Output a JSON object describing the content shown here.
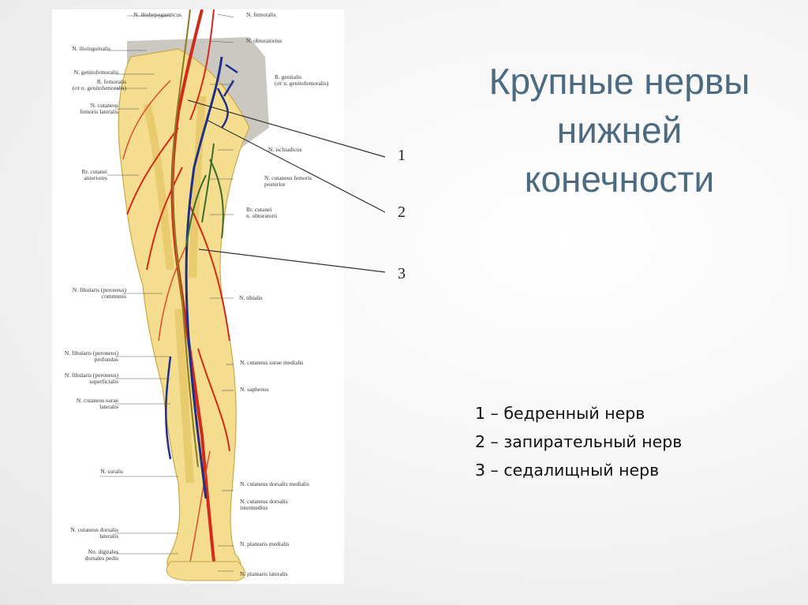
{
  "title": {
    "line1": "Крупные нервы",
    "line2": "нижней",
    "line3": "конечности"
  },
  "legend": [
    "1 – бедренный нерв",
    "2 – запирательный нерв",
    "3 – седалищный нерв"
  ],
  "callout_numbers": [
    "1",
    "2",
    "3"
  ],
  "labels_right": [
    "N. femoralis",
    "N. obturatorius",
    "R. genitalis\n(от n. genitofemoralis)",
    "N. ischiadicus",
    "N. cutaneus femoris\nposterior",
    "Rr. cutanei\nn. obturatorii",
    "N. tibialis",
    "N. cutaneus surae medialis",
    "N. saphenus",
    "N. cutaneus dorsalis medialis",
    "N. cutaneus dorsalis\nintermedius",
    "N. plantaris medialis",
    "N. plantaris lateralis"
  ],
  "labels_left": [
    "N. iliohypogastricus",
    "N. ilioinguinalis",
    "N. genitofemoralis",
    "R. femoralis\n(от n. genitofemoralis)",
    "N. cutaneus\nfemoris lateralis",
    "Rr. cutanei\nanteriores",
    "N. fibularis (peroneus)\ncommunis",
    "N. fibularis (peroneus)\nprofundus",
    "N. fibularis (peroneus)\nsuperficialis",
    "N. cutaneus surae\nlateralis",
    "N. suralis",
    "N. cutaneus dorsalis\nlateralis",
    "Nn. digitales\ndorsales pedis"
  ],
  "colors": {
    "title": "#4c6a80",
    "nerve": "#e8c91a",
    "artery": "#d42a1a",
    "vein": "#1e2f8a",
    "skin": "#f2d98a",
    "green_nerve": "#3d6b2a"
  }
}
